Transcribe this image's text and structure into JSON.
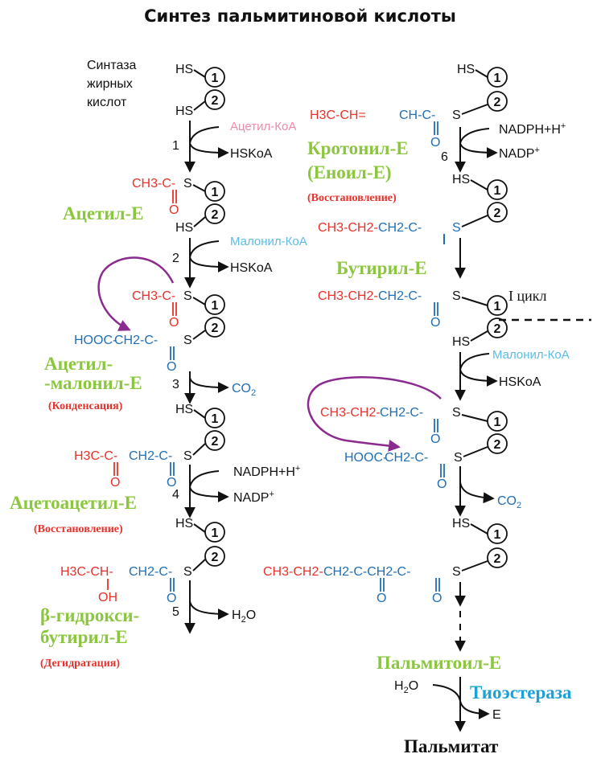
{
  "title": "Синтез пальмитиновой кислоты",
  "enzyme": {
    "line1": "Синтаза",
    "line2": "жирных",
    "line3": "кислот"
  },
  "atoms": {
    "hs": "HS",
    "s": "S",
    "o": "O",
    "oh": "OH",
    "co2": "CO",
    "co2_sub": "2",
    "h2o_h": "H",
    "h2o_sub": "2",
    "h2o_o": "O",
    "e": "E"
  },
  "domains": {
    "d1": "1",
    "d2": "2"
  },
  "steps": {
    "s1": "1",
    "s2": "2",
    "s3": "3",
    "s4": "4",
    "s5": "5",
    "s6": "6"
  },
  "reagents": {
    "acetyl_coa": "Ацетил-КоА",
    "malonyl_coa": "Малонил-КоА",
    "hskoa": "HSKoA",
    "nadph": "NADPH+H",
    "nadp": "NADP",
    "plus": "+"
  },
  "labels": {
    "acetyl_e": "Ацетил-Е",
    "acetyl_malonyl_1": "Ацетил-",
    "acetyl_malonyl_2": "-малонил-Е",
    "condensation": "(Конденсация)",
    "acetoacetyl_e": "Ацетоацетил-Е",
    "reduction": "(Восстановление)",
    "hydroxy_1": "β-гидрокси-",
    "hydroxy_2": "бутирил-Е",
    "dehydration": "(Дегидратация)",
    "crotonyl_e": "Кротонил-Е",
    "enoyl_e": "(Еноил-Е)",
    "reduction2": "(Восстановление)",
    "butyryl_e": "Бутирил-Е",
    "cycle": "I цикл",
    "palmitoyl_e": "Пальмитоил-Е",
    "thioesterase": "Тиоэстераза",
    "palmitate": "Пальмитат"
  },
  "formula_parts": {
    "ch3c": "CH3-C-",
    "h3c_c": "H3C-C-",
    "ch2c": "CH2-C-",
    "hooc": "HOOC-",
    "h3c_ch": "H3C-CH-",
    "h3c_ch_eq": "H3C-CH=",
    "ch_c": "CH-C-",
    "ch3_ch2": "CH3-CH2-",
    "ch2_ch2_c": "CH2-CH2-C-",
    "ch2_ch2c": "-CH2-C-",
    "ch2_c_ch2_c": "CH2-C-CH2-C-",
    "ch2_ch2c_red": "CH2-C-"
  },
  "colors": {
    "black": "#111111",
    "red": "#e8312b",
    "blue": "#1f6fb6",
    "green": "#8cc63f",
    "pink": "#ef8aa8",
    "cyan": "#5bbce4",
    "purple": "#8b2a8f",
    "thio": "#1ba0d8"
  }
}
